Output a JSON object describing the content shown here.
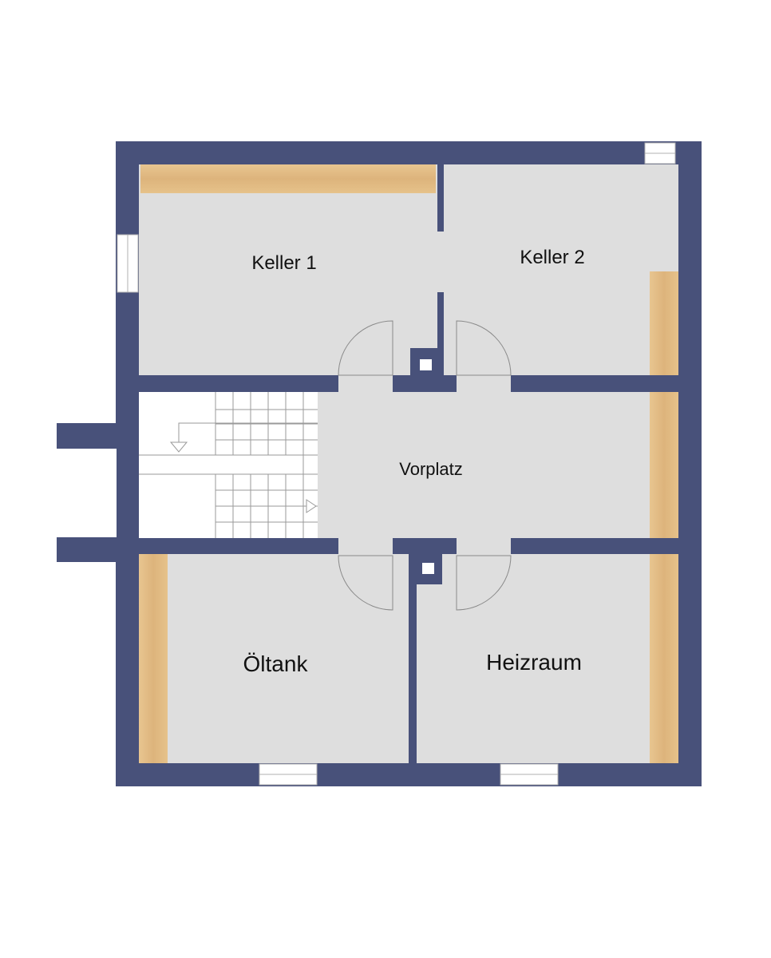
{
  "floor_plan": {
    "rooms": {
      "keller1": "Keller 1",
      "keller2": "Keller 2",
      "vorplatz": "Vorplatz",
      "oeltank": "Öltank",
      "heizraum": "Heizraum"
    },
    "colors": {
      "wall": "#48517a",
      "floor": "#dedede",
      "shelf": "#e3bd87",
      "stairs": "#ffffff",
      "background": "#ffffff"
    }
  }
}
